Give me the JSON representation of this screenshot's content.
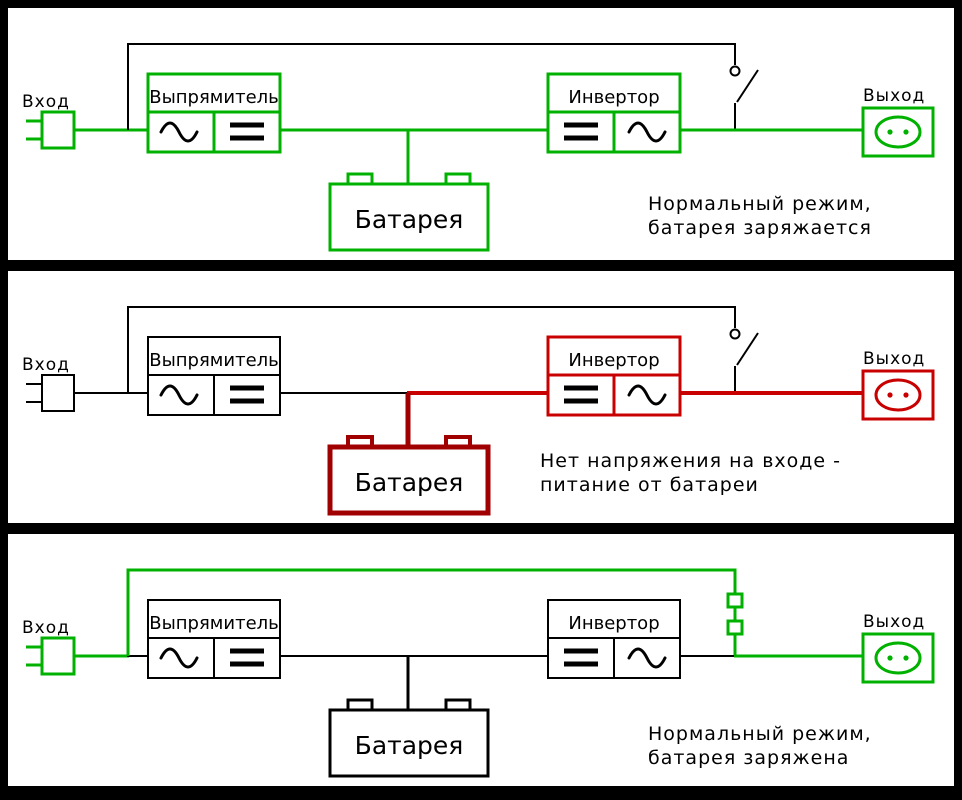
{
  "labels": {
    "input": "Вход",
    "output": "Выход",
    "rectifier": "Выпрямитель",
    "inverter": "Инвертор",
    "battery": "Батарея"
  },
  "palette": {
    "active_green": "#00b100",
    "active_red": "#c80000",
    "battery_dark_red": "#a00000",
    "inactive_black": "#000000",
    "background": "#ffffff",
    "frame": "#000000"
  },
  "panels": [
    {
      "caption": {
        "line1": "Нормальный режим,",
        "line2": "батарея заряжается"
      },
      "styles": {
        "plug": "stroke:#00b100;stroke-width:3",
        "in_a": "stroke:#00b100;stroke-width:3",
        "in_b": "stroke:#00b100;stroke-width:3",
        "bypass": "stroke:#000000;stroke-width:2",
        "switch_open": "display:inline",
        "switch_closed": "display:none",
        "switch": "stroke:#000000;stroke-width:2",
        "rectifier": "stroke:#00b100;stroke-width:3",
        "mid_a": "stroke:#00b100;stroke-width:3",
        "mid_b": "stroke:#00b100;stroke-width:3",
        "stem": "stroke:#00b100;stroke-width:3",
        "battery": "stroke:#00b100;stroke-width:3",
        "terminal": "stroke:#00b100;stroke-width:3",
        "inverter": "stroke:#00b100;stroke-width:3",
        "out_a": "stroke:#00b100;stroke-width:3",
        "out_b": "stroke:#00b100;stroke-width:3",
        "socket": "stroke:#00b100;stroke-width:3;fill:none",
        "socket_dot": "fill:#00b100;stroke:none"
      }
    },
    {
      "caption": {
        "line1": "Нет напряжения на входе -",
        "line2": "питание от батареи"
      },
      "styles": {
        "plug": "stroke:#000000;stroke-width:2",
        "in_a": "stroke:#000000;stroke-width:2",
        "in_b": "stroke:#000000;stroke-width:2",
        "bypass": "stroke:#000000;stroke-width:2",
        "switch_open": "display:inline",
        "switch_closed": "display:none",
        "switch": "stroke:#000000;stroke-width:2",
        "rectifier": "stroke:#000000;stroke-width:2",
        "mid_a": "stroke:#000000;stroke-width:2",
        "mid_b": "stroke:#c80000;stroke-width:4",
        "stem": "stroke:#a00000;stroke-width:5",
        "battery": "stroke:#a00000;stroke-width:5",
        "terminal": "stroke:#a00000;stroke-width:4",
        "inverter": "stroke:#c80000;stroke-width:3",
        "out_a": "stroke:#c80000;stroke-width:4",
        "out_b": "stroke:#c80000;stroke-width:4",
        "socket": "stroke:#c80000;stroke-width:3;fill:none",
        "socket_dot": "fill:#c80000;stroke:none"
      }
    },
    {
      "caption": {
        "line1": "Нормальный режим,",
        "line2": "батарея заряжена"
      },
      "styles": {
        "plug": "stroke:#00b100;stroke-width:3",
        "in_a": "stroke:#00b100;stroke-width:3",
        "in_b": "stroke:#000000;stroke-width:2",
        "bypass": "stroke:#00b100;stroke-width:3",
        "switch_open": "display:none",
        "switch_closed": "display:inline",
        "switch": "stroke:#00b100;stroke-width:3",
        "rectifier": "stroke:#000000;stroke-width:2",
        "mid_a": "stroke:#000000;stroke-width:2",
        "mid_b": "stroke:#000000;stroke-width:2",
        "stem": "stroke:#000000;stroke-width:3",
        "battery": "stroke:#000000;stroke-width:3",
        "terminal": "stroke:#000000;stroke-width:3",
        "inverter": "stroke:#000000;stroke-width:2",
        "out_a": "stroke:#000000;stroke-width:2",
        "out_b": "stroke:#00b100;stroke-width:3",
        "socket": "stroke:#00b100;stroke-width:3;fill:none",
        "socket_dot": "fill:#00b100;stroke:none"
      }
    }
  ]
}
